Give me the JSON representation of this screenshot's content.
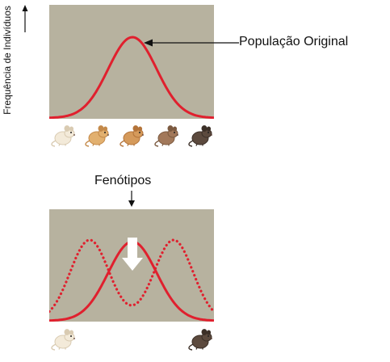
{
  "labels": {
    "y_axis": "Frequência de Indivíduos",
    "original_population": "População Original",
    "phenotypes": "Fenótipos"
  },
  "colors": {
    "panel_background": "#b7b29f",
    "curve": "#e0202e",
    "arrow_white": "#ffffff"
  },
  "top_panel": {
    "mice": [
      {
        "fur": "#f3ead9",
        "shade": "#d9cbb2"
      },
      {
        "fur": "#e2b06f",
        "shade": "#c48a4a"
      },
      {
        "fur": "#d59a5b",
        "shade": "#b4743a"
      },
      {
        "fur": "#a2785a",
        "shade": "#7c5a40"
      },
      {
        "fur": "#5c4a3e",
        "shade": "#3c3028"
      }
    ]
  },
  "bottom_panel": {
    "mice": [
      {
        "fur": "#f3ead9",
        "shade": "#d9cbb2"
      },
      {
        "fur": "#5c4a3e",
        "shade": "#3c3028"
      }
    ]
  }
}
